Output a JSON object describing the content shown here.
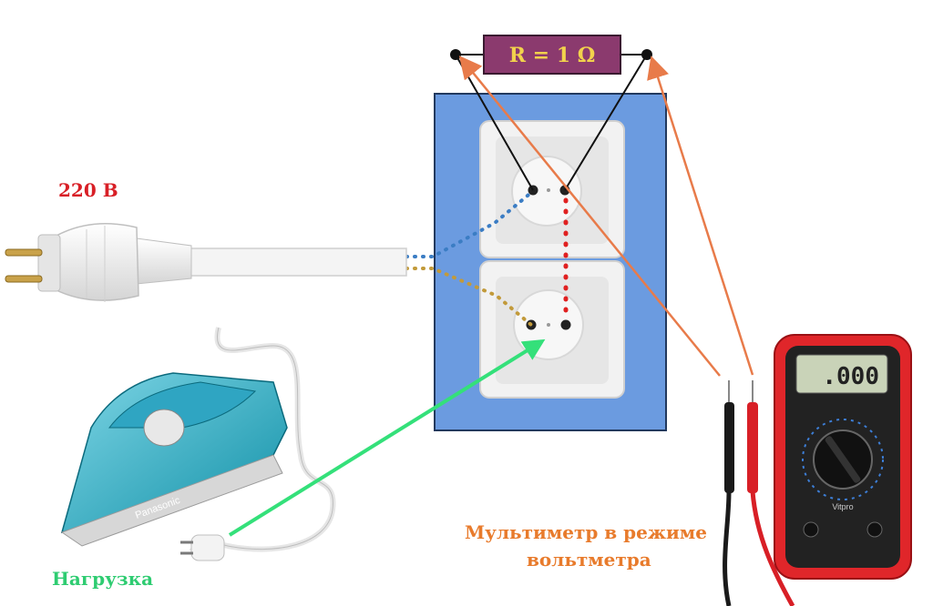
{
  "voltage_label": "220 В",
  "resistor_label": "R = 1 Ω",
  "load_label": "Нагрузка",
  "multimeter_caption_line1": "Мультиметр в режиме",
  "multimeter_caption_line2": "вольтметра",
  "multimeter_display": ".000",
  "multimeter_brand": "Vitpro",
  "iron_brand": "Panasonic",
  "colors": {
    "voltage_label": "#d81f26",
    "resistor_fill": "#8b3a6e",
    "resistor_text": "#f2d24c",
    "load_label": "#2ecc71",
    "caption": "#e87b2c",
    "wall_plate": "#6b9be0",
    "wire_blue": "#3b7dc4",
    "wire_gold": "#c29a3a",
    "wire_red": "#e02020",
    "probe_lead": "#e87b4a",
    "load_arrow": "#34e07a"
  }
}
